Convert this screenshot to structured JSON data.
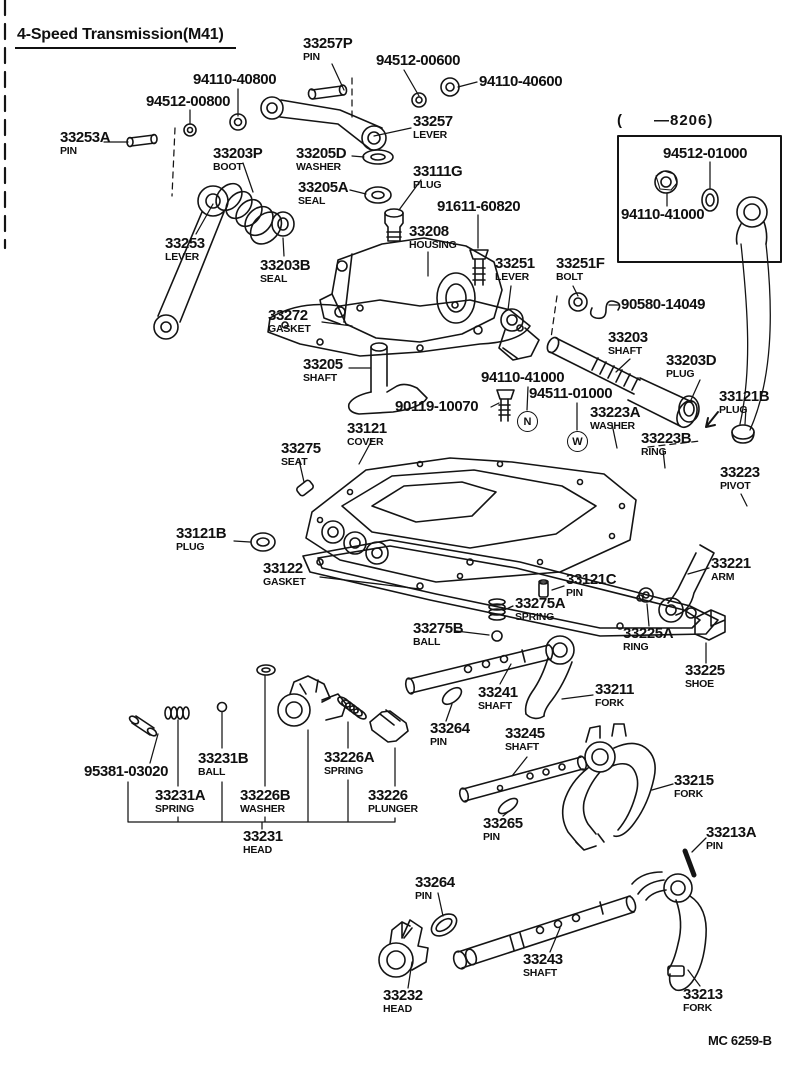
{
  "title": "4-Speed Transmission(M41)",
  "footer_code": "MC 6259-B",
  "inset": {
    "caption": "(      —8206)"
  },
  "symbols": {
    "nut": "N",
    "washer": "W"
  },
  "colors": {
    "ink": "#101010",
    "paper": "#ffffff"
  },
  "parts": [
    {
      "number": "33257P",
      "name": "PIN"
    },
    {
      "number": "94512-00600",
      "name": ""
    },
    {
      "number": "94110-40600",
      "name": ""
    },
    {
      "number": "33257",
      "name": "LEVER"
    },
    {
      "number": "33253A",
      "name": "PIN"
    },
    {
      "number": "94512-00800",
      "name": ""
    },
    {
      "number": "94110-40800",
      "name": ""
    },
    {
      "number": "33203P",
      "name": "BOOT"
    },
    {
      "number": "33205D",
      "name": "WASHER"
    },
    {
      "number": "33205A",
      "name": "SEAL"
    },
    {
      "number": "33111G",
      "name": "PLUG"
    },
    {
      "number": "91611-60820",
      "name": ""
    },
    {
      "number": "33208",
      "name": "HOUSING"
    },
    {
      "number": "33253",
      "name": "LEVER"
    },
    {
      "number": "33203B",
      "name": "SEAL"
    },
    {
      "number": "33251",
      "name": "LEVER"
    },
    {
      "number": "33251F",
      "name": "BOLT"
    },
    {
      "number": "90580-14049",
      "name": ""
    },
    {
      "number": "33272",
      "name": "GASKET"
    },
    {
      "number": "33203",
      "name": "SHAFT"
    },
    {
      "number": "33203D",
      "name": "PLUG"
    },
    {
      "number": "33121B",
      "name": "PLUG"
    },
    {
      "number": "33205",
      "name": "SHAFT"
    },
    {
      "number": "94110-41000",
      "name": ""
    },
    {
      "number": "94511-01000",
      "name": ""
    },
    {
      "number": "90119-10070",
      "name": ""
    },
    {
      "number": "33223A",
      "name": "WASHER"
    },
    {
      "number": "33223B",
      "name": "RING"
    },
    {
      "number": "33223",
      "name": "PIVOT"
    },
    {
      "number": "33121",
      "name": "COVER"
    },
    {
      "number": "33275",
      "name": "SEAT"
    },
    {
      "number": "33121B",
      "name": "PLUG"
    },
    {
      "number": "33122",
      "name": "GASKET"
    },
    {
      "number": "33121C",
      "name": "PIN"
    },
    {
      "number": "33275A",
      "name": "SPRING"
    },
    {
      "number": "33221",
      "name": "ARM"
    },
    {
      "number": "33225A",
      "name": "RING"
    },
    {
      "number": "33225",
      "name": "SHOE"
    },
    {
      "number": "33275B",
      "name": "BALL"
    },
    {
      "number": "33241",
      "name": "SHAFT"
    },
    {
      "number": "33211",
      "name": "FORK"
    },
    {
      "number": "33264",
      "name": "PIN"
    },
    {
      "number": "33245",
      "name": "SHAFT"
    },
    {
      "number": "95381-03020",
      "name": ""
    },
    {
      "number": "33231B",
      "name": "BALL"
    },
    {
      "number": "33231A",
      "name": "SPRING"
    },
    {
      "number": "33226B",
      "name": "WASHER"
    },
    {
      "number": "33226A",
      "name": "SPRING"
    },
    {
      "number": "33226",
      "name": "PLUNGER"
    },
    {
      "number": "33231",
      "name": "HEAD"
    },
    {
      "number": "33215",
      "name": "FORK"
    },
    {
      "number": "33265",
      "name": "PIN"
    },
    {
      "number": "33213A",
      "name": "PIN"
    },
    {
      "number": "33264",
      "name": "PIN"
    },
    {
      "number": "33243",
      "name": "SHAFT"
    },
    {
      "number": "33232",
      "name": "HEAD"
    },
    {
      "number": "33213",
      "name": "FORK"
    },
    {
      "number": "94512-01000",
      "name": ""
    },
    {
      "number": "94110-41000",
      "name": ""
    }
  ]
}
